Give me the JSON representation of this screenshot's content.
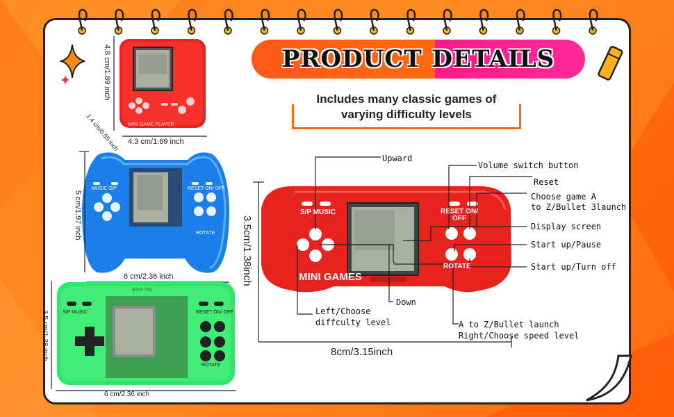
{
  "title": {
    "left": "PRODUCT",
    "right": "DETAILS"
  },
  "subtitle": {
    "line1": "Includes many classic games of",
    "line2": "varying difficulty levels"
  },
  "dims": {
    "red_h": "4.8 cm/1.89 inch",
    "red_w": "4.3 cm/1.69 inch",
    "red_d": "1.4 cm/0.55 inch",
    "blue_h": "5 cm/1.97 inch",
    "blue_w": "6 cm/2.36 inch",
    "green_h": "3.5 cm/1.38 inch",
    "green_w": "6 cm/2.36 inch",
    "main_h": "3.5cm/1.38inch",
    "main_w": "8cm/3.15inch"
  },
  "device_text": {
    "red_small": "MINI GAME PLAYER",
    "blue_left": "MUSIC S/P",
    "blue_right": "RESET ON/ OFF",
    "blue_rotate": "ROTATE",
    "green_left": "S/P MUSIC",
    "green_right": "RESET ON/ OFF",
    "green_rotate": "ROTATE",
    "green_top": "BSO-700",
    "main_left": "S/P MUSIC",
    "main_right": "RESET ON/ OFF",
    "main_rotate": "ROTATE",
    "main_brand": "MINI GAMES"
  },
  "labels": {
    "upward": "Upward",
    "volume": "Volume switch button",
    "reset": "Reset",
    "choose1": "Choose game A",
    "choose2": "to Z/Bullet 3launch",
    "display": "Display screen",
    "startpause": "Start up/Pause",
    "startoff": "Start up/Turn off",
    "down": "Down",
    "left1": "Left/Choose",
    "left2": "diffculty level",
    "atoz1": "A to Z/Bullet launch",
    "atoz2": "Right/Choose speed level"
  },
  "colors": {
    "accent": "#ff6a10",
    "pink": "#ff1a8c",
    "red_device": "#e8231f",
    "blue_device": "#1a7fe8",
    "green_device": "#2ee86a"
  }
}
